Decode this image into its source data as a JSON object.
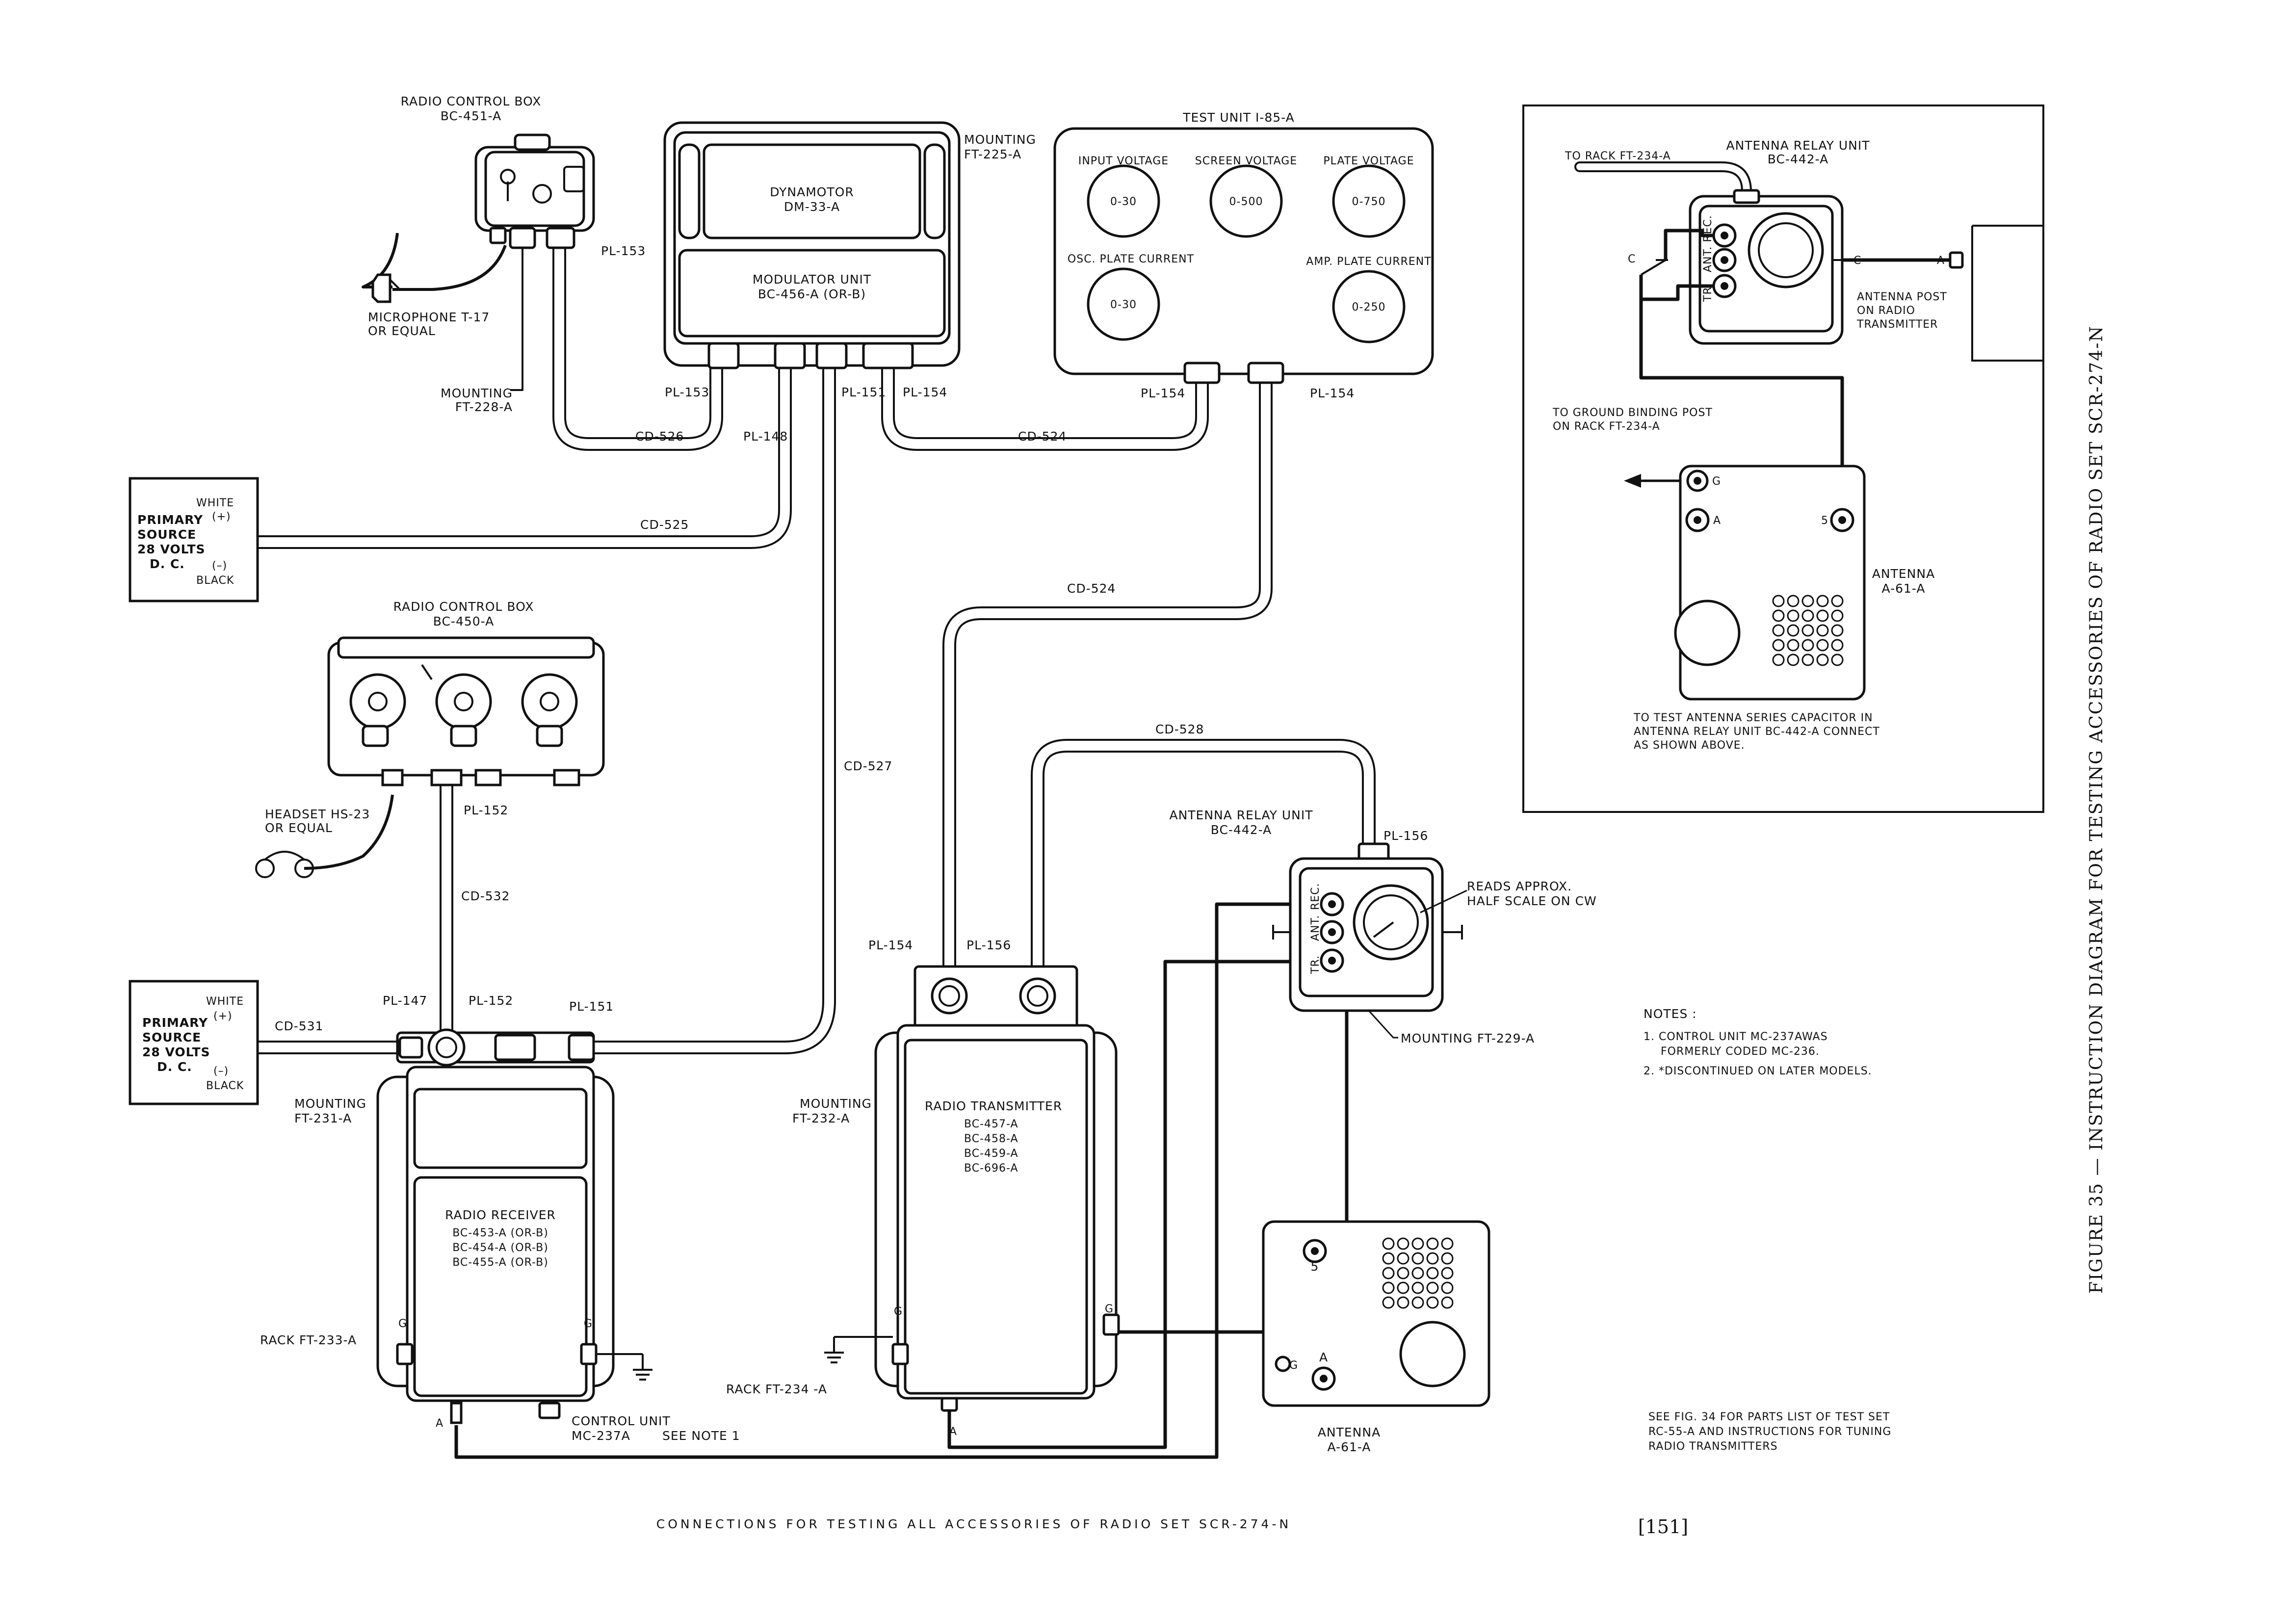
{
  "labels": {
    "control_box_451": [
      "RADIO CONTROL BOX",
      "BC-451-A"
    ],
    "microphone": [
      "MICROPHONE T-17",
      "OR EQUAL"
    ],
    "mounting_228": [
      "MOUNTING",
      "FT-228-A"
    ],
    "pl153_top": "PL-153",
    "dynamotor": [
      "DYNAMOTOR",
      "DM-33-A"
    ],
    "modulator": [
      "MODULATOR UNIT",
      "BC-456-A (OR-B)"
    ],
    "mounting_225": [
      "MOUNTING",
      "FT-225-A"
    ],
    "test_unit": "TEST UNIT I-85-A",
    "meter_input": "INPUT VOLTAGE",
    "meter_screen": "SCREEN VOLTAGE",
    "meter_plate": "PLATE VOLTAGE",
    "meter_osc": "OSC. PLATE CURRENT",
    "meter_amp": "AMP. PLATE CURRENT",
    "range_0_30a": "0-30",
    "range_0_500": "0-500",
    "range_0_750": "0-750",
    "range_0_30b": "0-30",
    "range_0_250": "0-250",
    "mod_pl153": "PL-153",
    "mod_pl148": "PL-148",
    "mod_pl151": "PL-151",
    "mod_pl154": "PL-154",
    "tu_pl154a": "PL-154",
    "tu_pl154b": "PL-154",
    "cd526": "CD-526",
    "cd524_top": "CD-524",
    "cd525": "CD-525",
    "cd524_mid": "CD-524",
    "cd527": "CD-527",
    "cd528": "CD-528",
    "cd532": "CD-532",
    "cd531": "CD-531",
    "primary1": [
      "PRIMARY",
      "SOURCE",
      "28 VOLTS",
      "D. C."
    ],
    "primary1_white": "WHITE",
    "primary1_plus": "(+)",
    "primary1_minus": "(–)",
    "primary1_black": "BLACK",
    "primary2": [
      "PRIMARY",
      "SOURCE",
      "28 VOLTS",
      "D. C."
    ],
    "primary2_white": "WHITE",
    "primary2_plus": "(+)",
    "primary2_minus": "(–)",
    "primary2_black": "BLACK",
    "control_box_450": [
      "RADIO CONTROL BOX",
      "BC-450-A"
    ],
    "headset": [
      "HEADSET HS-23",
      "OR EQUAL"
    ],
    "pl152_top": "PL-152",
    "pl147": "PL-147",
    "pl152_rx": "PL-152",
    "pl151_rx": "PL-151",
    "mounting_231": [
      "MOUNTING",
      "FT-231-A"
    ],
    "receiver": [
      "RADIO RECEIVER",
      "BC-453-A (OR-B)",
      "BC-454-A (OR-B)",
      "BC-455-A (OR-B)"
    ],
    "rack_233": "RACK FT-233-A",
    "control_unit": [
      "CONTROL UNIT",
      "MC-237A"
    ],
    "see_note": "SEE NOTE 1",
    "rx_g1": "G",
    "rx_g2": "G",
    "rx_a": "A",
    "tx_pl154": "PL-154",
    "tx_pl156": "PL-156",
    "mounting_232": [
      "MOUNTING",
      "FT-232-A"
    ],
    "transmitter": [
      "RADIO TRANSMITTER",
      "BC-457-A",
      "BC-458-A",
      "BC-459-A",
      "BC-696-A"
    ],
    "rack_234": "RACK FT-234 -A",
    "tx_g1": "G",
    "tx_g2": "G",
    "tx_a": "A",
    "relay_mid": [
      "ANTENNA RELAY UNIT",
      "BC-442-A"
    ],
    "relay_pl156": "PL-156",
    "reads": [
      "READS APPROX.",
      "HALF SCALE ON CW"
    ],
    "relay_rec": "REC.",
    "relay_ant": "ANT.",
    "relay_tr": "TR.",
    "mounting_229": "MOUNTING FT-229-A",
    "antenna_bottom": [
      "ANTENNA",
      "A-61-A"
    ],
    "ant_b_5": "5",
    "ant_b_a": "A",
    "ant_b_g": "G",
    "inset_rack": "TO RACK FT-234-A",
    "inset_relay": [
      "ANTENNA RELAY UNIT",
      "BC-442-A"
    ],
    "inset_c_left": "C",
    "inset_c_right": "C",
    "inset_a": "A",
    "inset_ant_rec": "ANT. REC.",
    "inset_tr": "TR.",
    "inset_post": [
      "ANTENNA POST",
      "ON RADIO",
      "TRANSMITTER"
    ],
    "inset_ground": [
      "TO GROUND BINDING POST",
      "ON RACK FT-234-A"
    ],
    "inset_g": "G",
    "inset_a2": "A",
    "inset_5": "5",
    "inset_antenna": [
      "ANTENNA",
      "A-61-A"
    ],
    "inset_note": [
      "TO TEST ANTENNA SERIES CAPACITOR IN",
      "ANTENNA RELAY UNIT BC-442-A CONNECT",
      "AS SHOWN ABOVE."
    ],
    "notes_title": "NOTES :",
    "notes": [
      "1. CONTROL UNIT MC-237AWAS",
      "FORMERLY CODED MC-236.",
      "2. *DISCONTINUED ON LATER MODELS."
    ],
    "see_fig": [
      "SEE FIG. 34 FOR PARTS LIST OF TEST SET",
      "RC-55-A AND INSTRUCTIONS FOR TUNING",
      "RADIO TRANSMITTERS"
    ],
    "caption": "CONNECTIONS FOR TESTING ALL ACCESSORIES OF RADIO SET SCR-274-N",
    "page_number": "[151]",
    "figure_title": "FIGURE 35 — INSTRUCTION DIAGRAM FOR TESTING ACCESSORIES OF RADIO SET SCR-274-N"
  }
}
